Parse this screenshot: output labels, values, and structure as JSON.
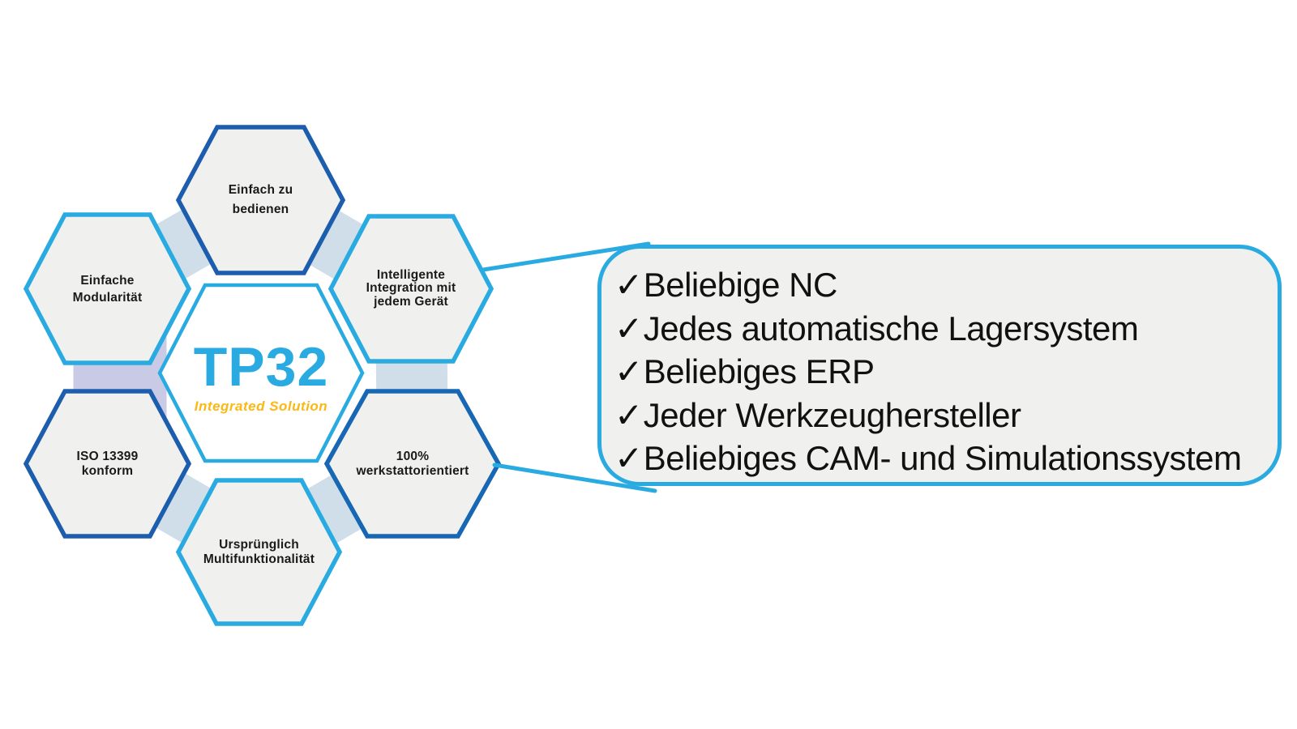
{
  "colors": {
    "cyan": "#29abe2",
    "dark_blue": "#1d5dad",
    "medium_blue": "#1767b4",
    "hex_fill": "#f0f0ef",
    "center_fill": "#ffffff",
    "connector_blue": "#cfdee9",
    "connector_lavender": "#c9cbe6",
    "title_yellow": "#fcb813",
    "text_black": "#1a1a1a"
  },
  "center": {
    "title": "TP32",
    "subtitle": "Integrated Solution"
  },
  "hexagons": [
    {
      "id": "einfach-zu-bedienen",
      "lines": [
        "Einfach zu",
        "bedienen"
      ]
    },
    {
      "id": "intelligente-integration",
      "lines": [
        "Intelligente",
        "Integration mit",
        "jedem Gerät"
      ]
    },
    {
      "id": "werkstattorientiert",
      "lines": [
        "100%",
        "werkstattorientiert"
      ]
    },
    {
      "id": "urspruenglich-multifunktionalitaet",
      "lines": [
        "Ursprünglich",
        "Multifunktionalität"
      ]
    },
    {
      "id": "iso-13399-konform",
      "lines": [
        "ISO 13399",
        "konform"
      ]
    },
    {
      "id": "einfache-modularitaet",
      "lines": [
        "Einfache",
        "Modularität"
      ]
    }
  ],
  "callout": {
    "check_glyph": "✓",
    "items": [
      "Beliebige NC",
      "Jedes automatische Lagersystem",
      "Beliebiges ERP",
      "Jeder Werkzeughersteller",
      "Beliebiges CAM- und Simulationssystem"
    ]
  }
}
